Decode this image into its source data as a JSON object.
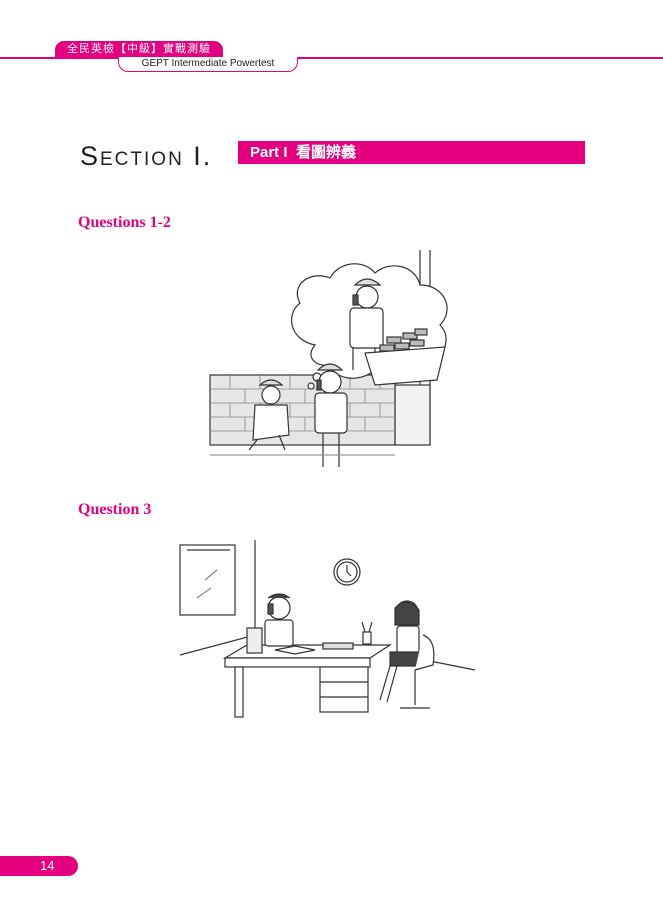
{
  "header": {
    "book_title": "全民英檢【中級】實戰測驗",
    "book_subtitle": "GEPT Intermediate Powertest"
  },
  "section": {
    "title": "Section I.",
    "part_label": "Part I",
    "part_title": "看圖辨義"
  },
  "questions": [
    {
      "heading": "Questions 1-2",
      "illustration": "construction-workers-phone-call"
    },
    {
      "heading": "Question 3",
      "illustration": "office-desk-interview"
    }
  ],
  "footer": {
    "page_number": "14"
  },
  "colors": {
    "accent": "#e4007f"
  }
}
